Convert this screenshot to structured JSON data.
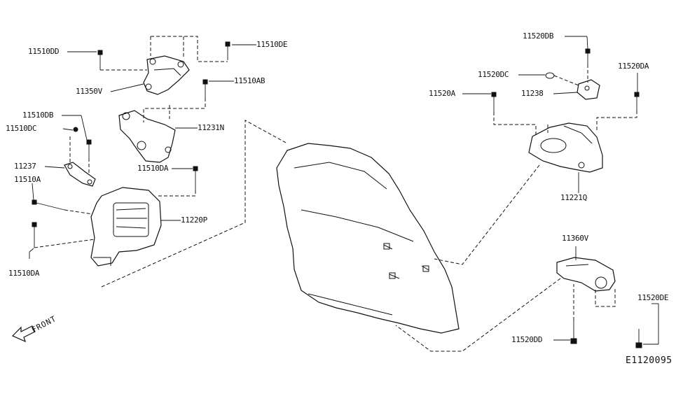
{
  "diagram_id": "E1120095",
  "front_label": "FRONT",
  "labels": {
    "p11510DD_a": "11510DD",
    "p11510DE": "11510DE",
    "p11350V": "11350V",
    "p11510AB": "11510AB",
    "p11510DB_left": "11510DB",
    "p11510DC_left": "11510DC",
    "p11231N": "11231N",
    "p11237": "11237",
    "p11510DA_top": "11510DA",
    "p11510A": "11510A",
    "p11220P": "11220P",
    "p11510DA_bottom": "11510DA",
    "p11520DB": "11520DB",
    "p11520DC": "11520DC",
    "p11520DA": "11520DA",
    "p11520A": "11520A",
    "p11238": "11238",
    "p11221Q": "11221Q",
    "p11360V": "11360V",
    "p11520DE": "11520DE",
    "p11520DD": "11520DD"
  }
}
